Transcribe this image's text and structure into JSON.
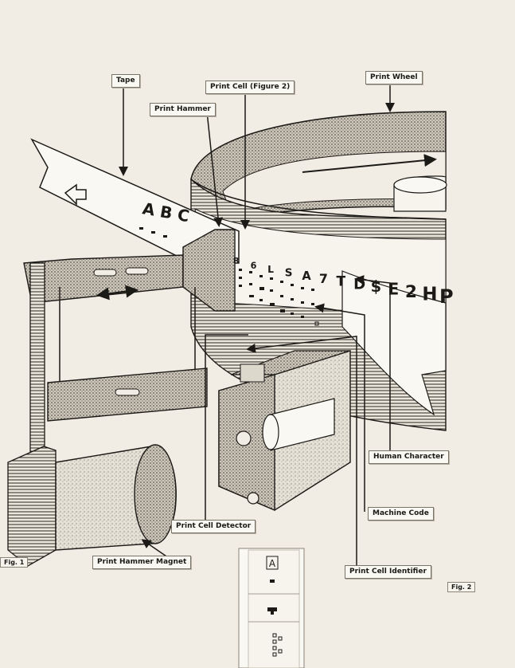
{
  "labels": {
    "tape": "Tape",
    "print_cell": "Print Cell (Figure 2)",
    "print_hammer": "Print Hammer",
    "print_wheel": "Print Wheel",
    "human_character": "Human Character",
    "machine_code": "Machine Code",
    "print_cell_identifier": "Print Cell Identifier",
    "print_cell_detector": "Print Cell Detector",
    "print_hammer_magnet": "Print Hammer Magnet"
  },
  "figures": {
    "fig1": "Fig. 1",
    "fig2": "Fig. 2"
  },
  "tape_text": "A B C",
  "wheel_characters": [
    "R",
    "6",
    "L",
    "S",
    "A",
    "7",
    "T",
    "D",
    "$",
    "E",
    "2",
    "H",
    "P"
  ],
  "inset_character": "A",
  "colors": {
    "paper": "#f2ede4",
    "ink": "#1c1a17",
    "stipple": "#6b655b"
  }
}
